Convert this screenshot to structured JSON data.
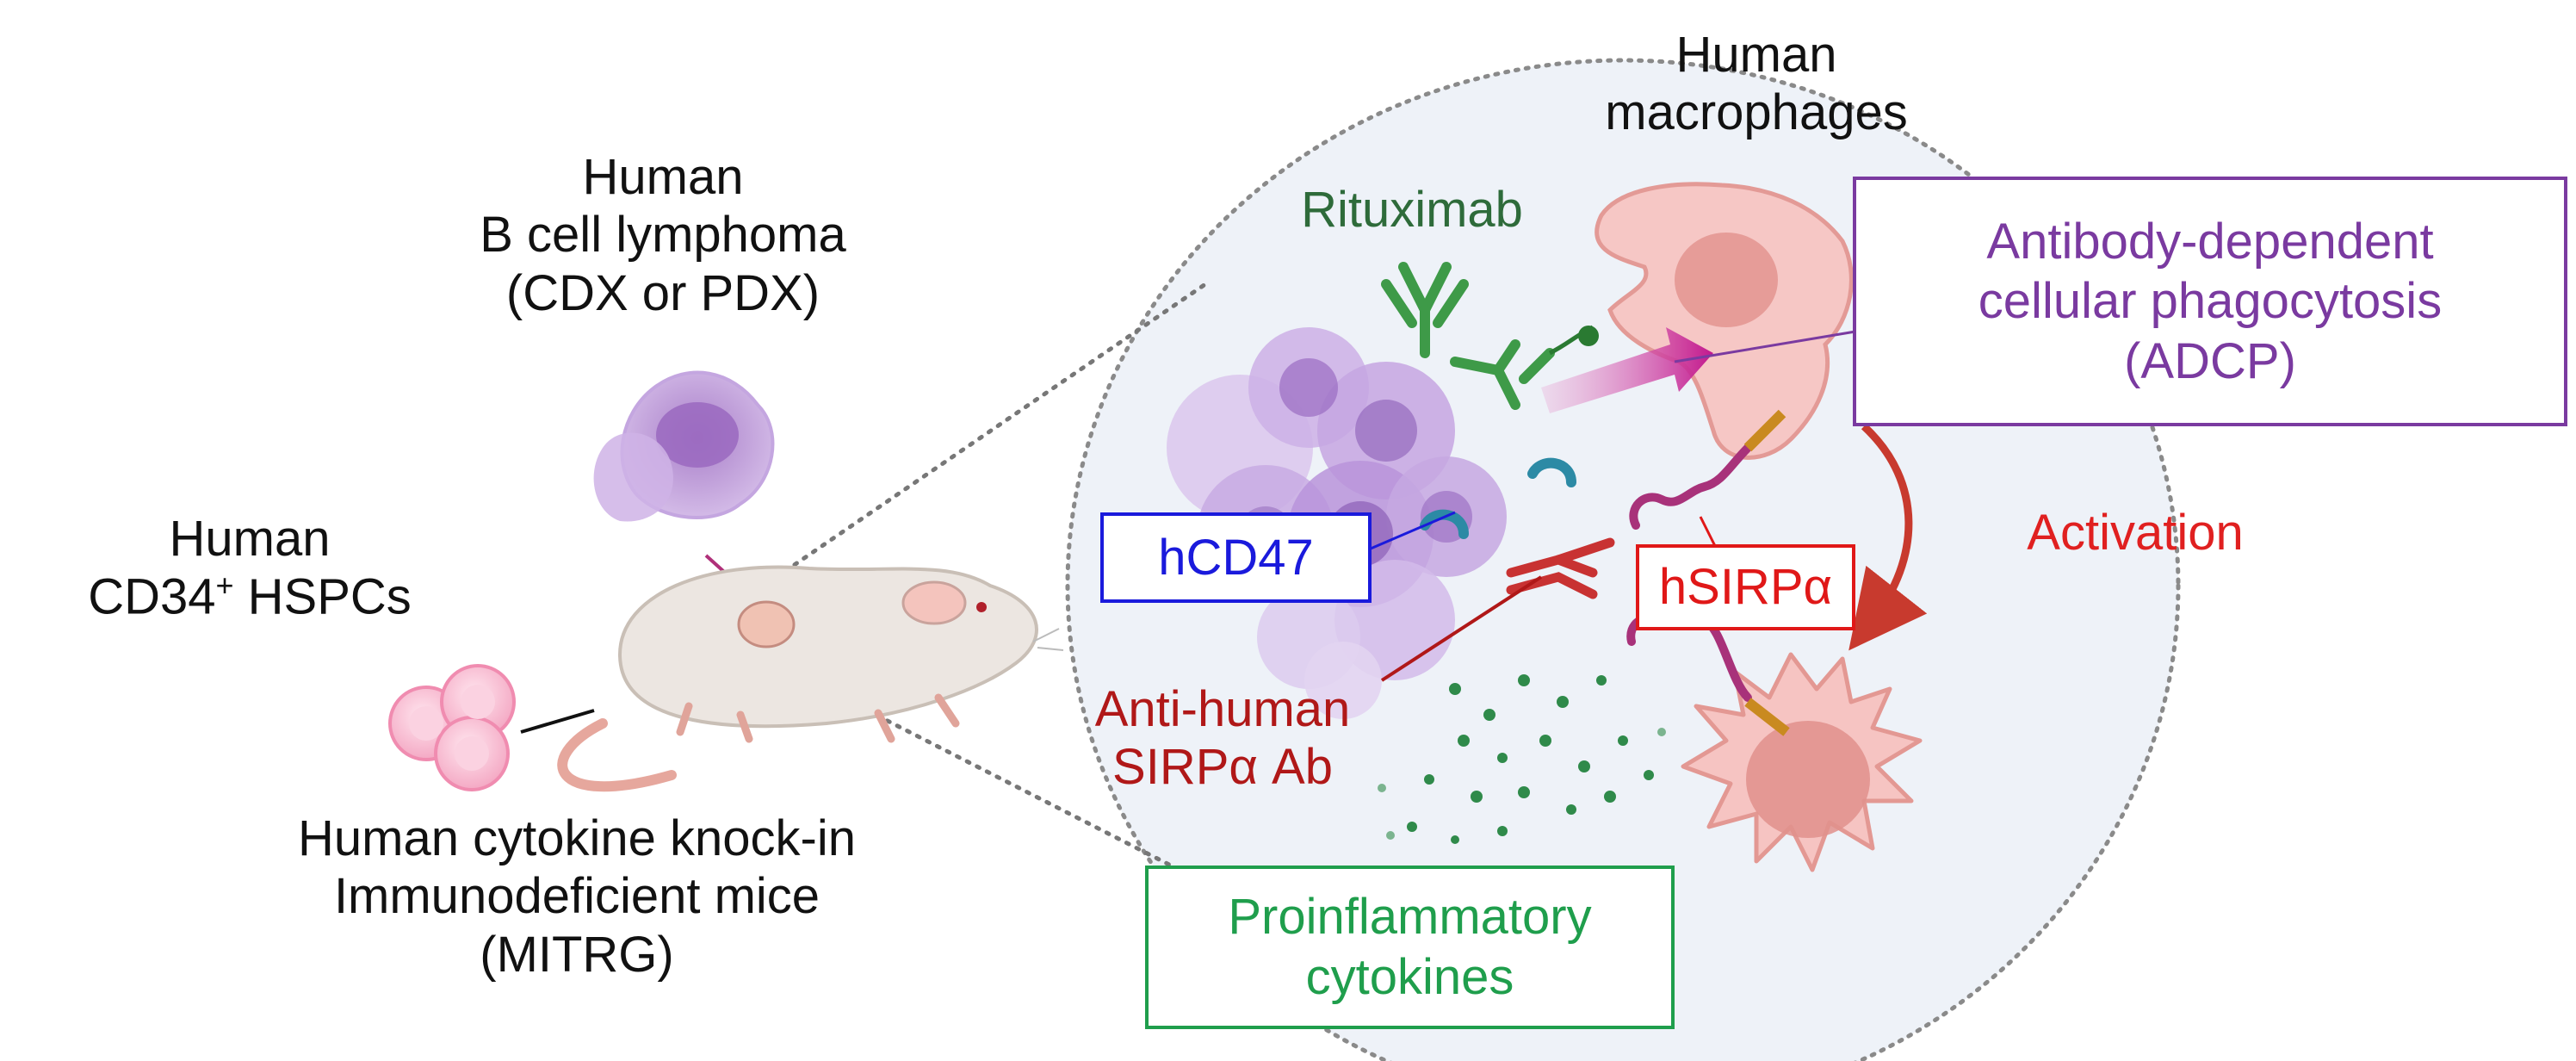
{
  "labels": {
    "lymphoma": [
      "Human",
      "B cell lymphoma",
      "(CDX or PDX)"
    ],
    "hspc": [
      "Human",
      "CD34",
      "+",
      " HSPCs"
    ],
    "mice": [
      "Human cytokine knock-in",
      "Immunodeficient mice",
      "(MITRG)"
    ],
    "macrophages": [
      "Human",
      "macrophages"
    ],
    "rituximab": "Rituximab",
    "adcp": [
      "Antibody-dependent",
      "cellular phagocytosis",
      "(ADCP)"
    ],
    "activation": "Activation",
    "hcd47": "hCD47",
    "hsirpa": "hSIRPα",
    "anti_sirpa": [
      "Anti-human",
      "SIRPα Ab"
    ],
    "cytokines": [
      "Proinflammatory",
      "cytokines"
    ]
  },
  "colors": {
    "black": "#111111",
    "rituximab_green": "#2e6b3a",
    "adcp_purple": "#7a3aa0",
    "activation_red": "#e02020",
    "hcd47_blue": "#1a1adc",
    "hsirpa_red": "#e01818",
    "anti_sirpa_darkred": "#b01818",
    "cytokine_green": "#1f9e4c",
    "circle_fill": "#eef2f8",
    "tumor_purple": "#b48bd0",
    "macrophage_pink": "#f2b5b5"
  }
}
